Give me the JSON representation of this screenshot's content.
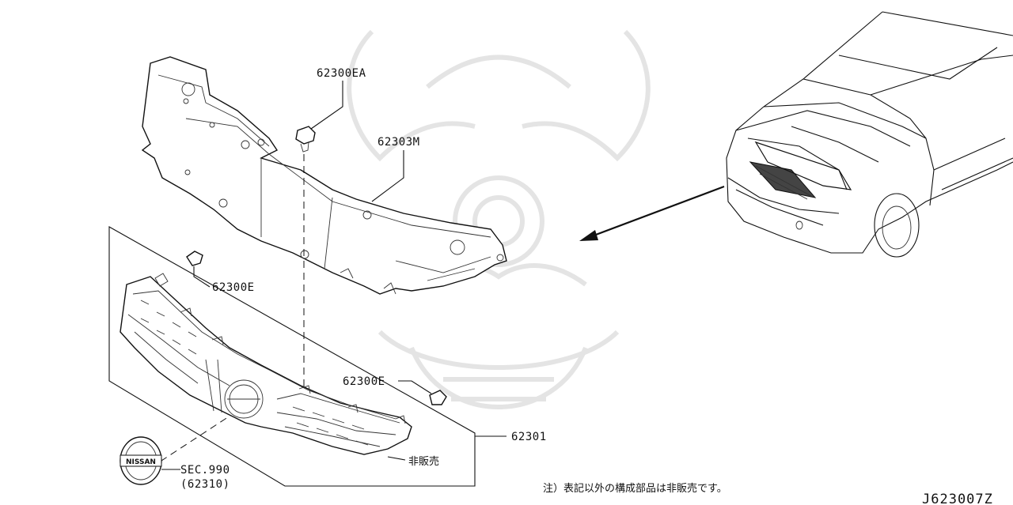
{
  "diagram": {
    "parts": [
      {
        "id": "62300EA"
      },
      {
        "id": "62303M"
      },
      {
        "id": "62300E"
      },
      {
        "id": "62300E"
      },
      {
        "id": "62301"
      }
    ],
    "sec_ref": "SEC.990",
    "sec_ref_part": "(62310)",
    "non_sale_label": "非販売",
    "footnote": "注）表記以外の構成部品は非販売です。",
    "diagram_code": "J623007Z",
    "emblem_text": "NISSAN"
  }
}
